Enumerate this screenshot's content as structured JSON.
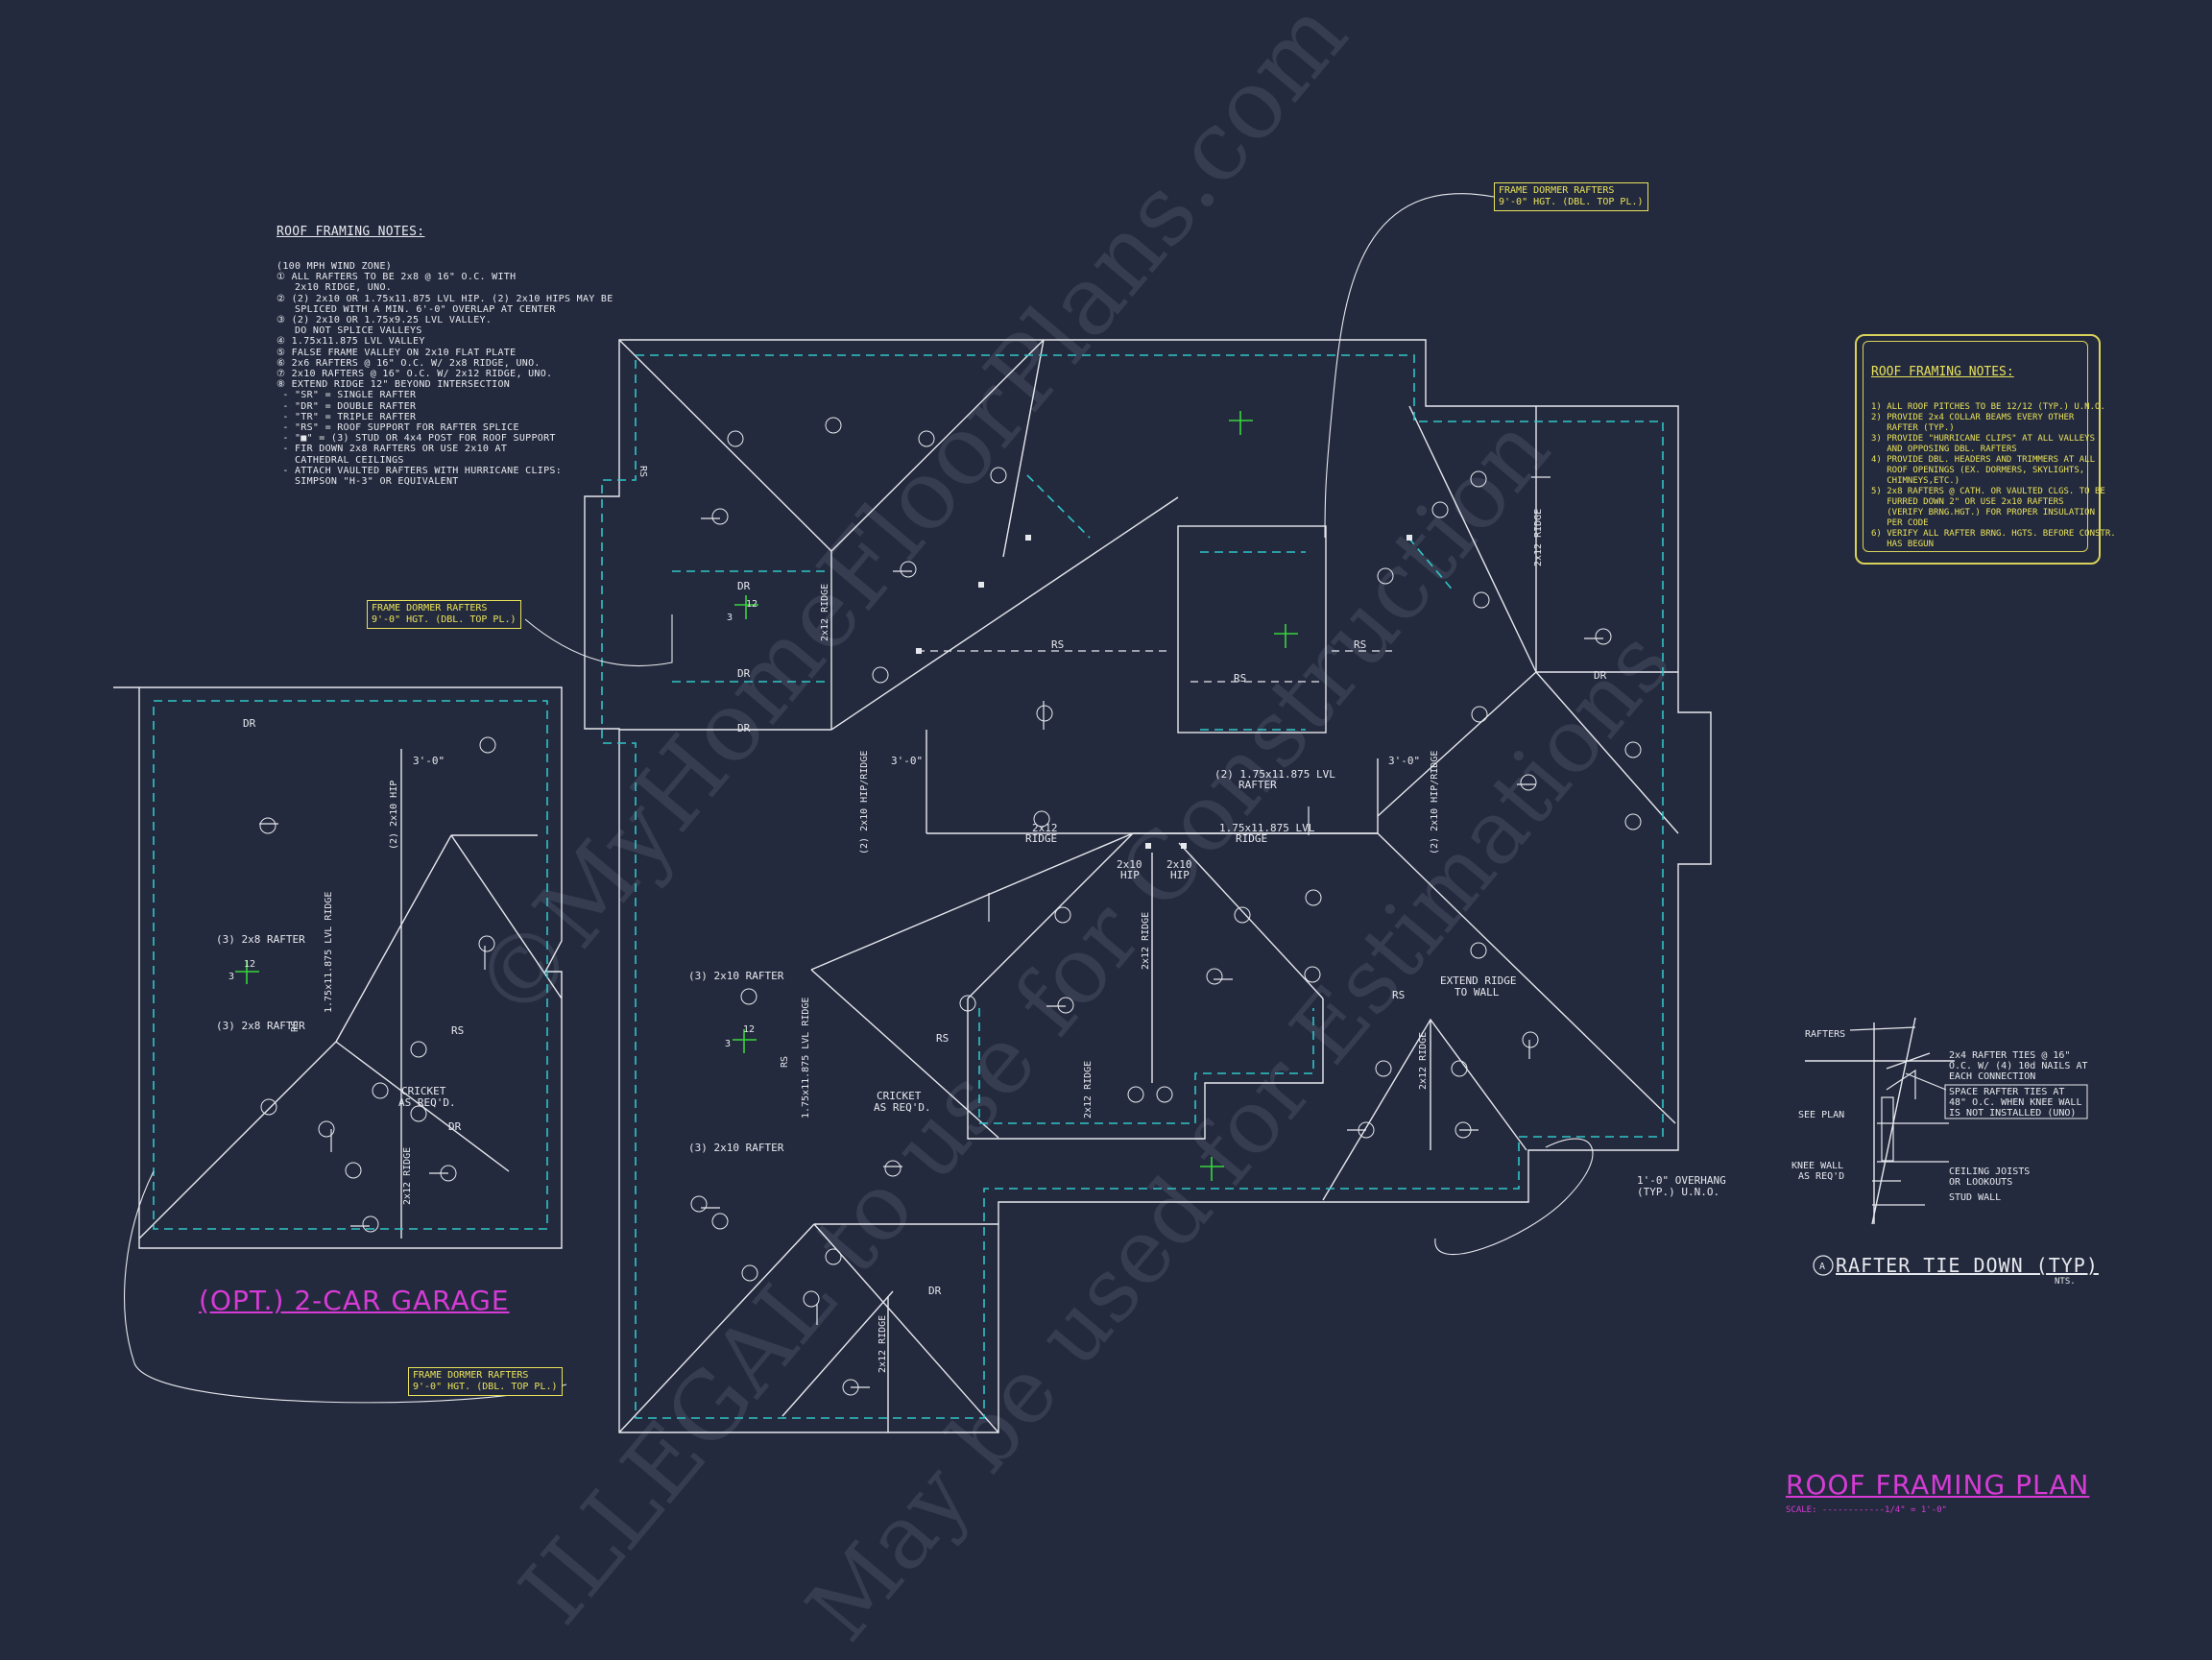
{
  "plan_title": "ROOF FRAMING PLAN",
  "scale_label": "SCALE: ------------1/4\" = 1'-0\"",
  "garage_title": "(OPT.) 2-CAR GARAGE",
  "left_notes": {
    "title": "ROOF FRAMING NOTES:",
    "lines": [
      "(100 MPH WIND ZONE)",
      "① ALL RAFTERS TO BE 2x8 @ 16\" O.C. WITH",
      "   2x10 RIDGE, UNO.",
      "② (2) 2x10 OR 1.75x11.875 LVL HIP. (2) 2x10 HIPS MAY BE",
      "   SPLICED WITH A MIN. 6'-0\" OVERLAP AT CENTER",
      "③ (2) 2x10 OR 1.75x9.25 LVL VALLEY.",
      "   DO NOT SPLICE VALLEYS",
      "④ 1.75x11.875 LVL VALLEY",
      "⑤ FALSE FRAME VALLEY ON 2x10 FLAT PLATE",
      "⑥ 2x6 RAFTERS @ 16\" O.C. W/ 2x8 RIDGE, UNO.",
      "⑦ 2x10 RAFTERS @ 16\" O.C. W/ 2x12 RIDGE, UNO.",
      "⑧ EXTEND RIDGE 12\" BEYOND INTERSECTION",
      " - \"SR\" = SINGLE RAFTER",
      " - \"DR\" = DOUBLE RAFTER",
      " - \"TR\" = TRIPLE RAFTER",
      " - \"RS\" = ROOF SUPPORT FOR RAFTER SPLICE",
      " - \"■\" = (3) STUD OR 4x4 POST FOR ROOF SUPPORT",
      " - FIR DOWN 2x8 RAFTERS OR USE 2x10 AT",
      "   CATHEDRAL CEILINGS",
      " - ATTACH VAULTED RAFTERS WITH HURRICANE CLIPS:",
      "   SIMPSON \"H-3\" OR EQUIVALENT"
    ]
  },
  "right_notes": {
    "title": "ROOF FRAMING NOTES:",
    "lines": [
      "1) ALL ROOF PITCHES TO BE 12/12 (TYP.) U.N.O.",
      "2) PROVIDE 2x4 COLLAR BEAMS EVERY OTHER",
      "   RAFTER (TYP.)",
      "3) PROVIDE \"HURRICANE CLIPS\" AT ALL VALLEYS",
      "   AND OPPOSING DBL. RAFTERS",
      "4) PROVIDE DBL. HEADERS AND TRIMMERS AT ALL",
      "   ROOF OPENINGS (EX. DORMERS, SKYLIGHTS,",
      "   CHIMNEYS,ETC.)",
      "5) 2x8 RAFTERS @ CATH. OR VAULTED CLGS. TO BE",
      "   FURRED DOWN 2\" OR USE 2x10 RAFTERS",
      "   (VERIFY BRNG.HGT.) FOR PROPER INSULATION",
      "   PER CODE",
      "6) VERIFY ALL RAFTER BRNG. HGTS. BEFORE CONSTR.",
      "   HAS BEGUN"
    ]
  },
  "callouts": {
    "top": "FRAME DORMER RAFTERS\n9'-0\" HGT. (DBL. TOP PL.)",
    "left": "FRAME DORMER RAFTERS\n9'-0\" HGT. (DBL. TOP PL.)",
    "bottom": "FRAME DORMER RAFTERS\n9'-0\" HGT. (DBL. TOP PL.)"
  },
  "detail": {
    "title": "RAFTER TIE DOWN (TYP)",
    "marker": "A",
    "nts": "NTS.",
    "labels": {
      "rafters": "RAFTERS",
      "see_plan": "SEE PLAN",
      "knee_wall": "KNEE WALL\nAS REQ'D",
      "ties": "2x4 RAFTER TIES @ 16\"\nO.C. W/ (4) 10d NAILS AT\nEACH CONNECTION",
      "space": "SPACE RAFTER TIES AT\n48\" O.C. WHEN KNEE WALL\nIS NOT INSTALLED (UNO)",
      "ceiling": "CEILING JOISTS\nOR LOOKOUTS",
      "stud": "STUD WALL"
    }
  },
  "plan_labels": {
    "dr": "DR",
    "rs": "RS",
    "ridge_2x12": "2x12\nRIDGE",
    "lvl_ridge": "1.75x11.875 LVL\nRIDGE",
    "lvl_rafter": "(2) 1.75x11.875 LVL\nRAFTER",
    "hip_ridge": "(2) 2x10\nHIP/RIDGE",
    "hip_2x10": "2x10\nHIP",
    "three_ft": "3'-0\"",
    "cricket": "CRICKET\nAS REQ'D.",
    "extend_ridge": "EXTEND RIDGE\nTO WALL",
    "overhang": "1'-0\" OVERHANG\n(TYP.) U.N.O.",
    "rafter_3x8": "(3) 2x8 RAFTER",
    "rafter_3x10": "(3) 2x10 RAFTER",
    "lvl_short": "1.75x11.875 LVL\nRIDGE",
    "hip_2x10_left": "(2) 2x10 HIP",
    "pitch_num": "12",
    "pitch_den": "3"
  },
  "watermarks": [
    "©MyHomeFloorPlans.com",
    "ILLEGAL to use for Construction",
    "May be used for Estimations"
  ],
  "colors": {
    "background": "#242a3d",
    "linework": "#e6e8ee",
    "wall_dash": "#2fc4c8",
    "callout": "#e8e25a",
    "title_magenta": "#d63bd6",
    "pitch_green": "#37d43c"
  }
}
